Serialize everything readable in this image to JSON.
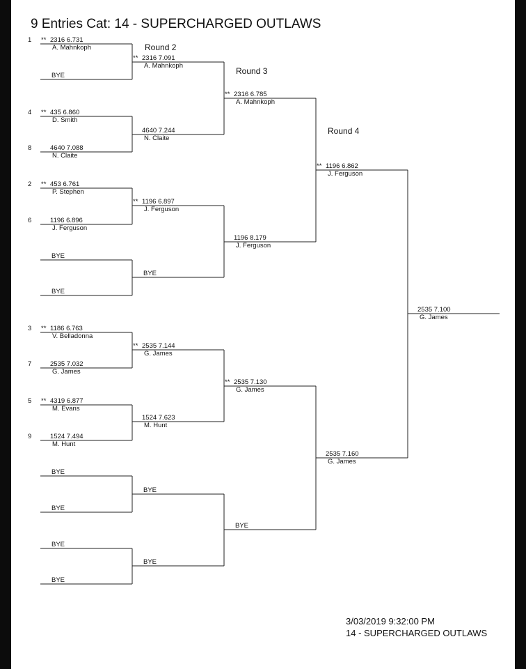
{
  "title": "9 Entries Cat: 14 - SUPERCHARGED OUTLAWS",
  "round_labels": [
    "Round 2",
    "Round 3",
    "Round 4"
  ],
  "rounds": {
    "round1": [
      {
        "seed": "1",
        "mark": "**",
        "num": "2316",
        "time": "6.731",
        "name": "A. Mahnkoph"
      },
      {
        "bye": "BYE"
      },
      {
        "seed": "4",
        "mark": "**",
        "num": "435",
        "time": "6.860",
        "name": "D. Smith"
      },
      {
        "seed": "8",
        "mark": "",
        "num": "4640",
        "time": "7.088",
        "name": "N. Claite"
      },
      {
        "seed": "2",
        "mark": "**",
        "num": "453",
        "time": "6.761",
        "name": "P. Stephen"
      },
      {
        "seed": "6",
        "mark": "",
        "num": "1196",
        "time": "6.896",
        "name": "J. Ferguson"
      },
      {
        "bye": "BYE"
      },
      {
        "bye": "BYE"
      },
      {
        "seed": "3",
        "mark": "**",
        "num": "1186",
        "time": "6.763",
        "name": "V. Belladonna"
      },
      {
        "seed": "7",
        "mark": "",
        "num": "2535",
        "time": "7.032",
        "name": "G. James"
      },
      {
        "seed": "5",
        "mark": "**",
        "num": "4319",
        "time": "6.877",
        "name": "M. Evans"
      },
      {
        "seed": "9",
        "mark": "",
        "num": "1524",
        "time": "7.494",
        "name": "M. Hunt"
      },
      {
        "bye": "BYE"
      },
      {
        "bye": "BYE"
      },
      {
        "bye": "BYE"
      },
      {
        "bye": "BYE"
      }
    ],
    "round2": [
      {
        "mark": "**",
        "num": "2316",
        "time": "7.091",
        "name": "A. Mahnkoph"
      },
      {
        "mark": "",
        "num": "4640",
        "time": "7.244",
        "name": "N. Claite"
      },
      {
        "mark": "**",
        "num": "1196",
        "time": "6.897",
        "name": "J. Ferguson"
      },
      {
        "bye": "BYE"
      },
      {
        "mark": "**",
        "num": "2535",
        "time": "7.144",
        "name": "G. James"
      },
      {
        "mark": "",
        "num": "1524",
        "time": "7.623",
        "name": "M. Hunt"
      },
      {
        "bye": "BYE"
      },
      {
        "bye": "BYE"
      }
    ],
    "round3": [
      {
        "mark": "**",
        "num": "2316",
        "time": "6.785",
        "name": "A. Mahnkoph"
      },
      {
        "mark": "",
        "num": "1196",
        "time": "8.179",
        "name": "J. Ferguson"
      },
      {
        "mark": "**",
        "num": "2535",
        "time": "7.130",
        "name": "G. James"
      },
      {
        "bye": "BYE"
      }
    ],
    "round4": [
      {
        "mark": "**",
        "num": "1196",
        "time": "6.862",
        "name": "J. Ferguson"
      },
      {
        "mark": "",
        "num": "2535",
        "time": "7.160",
        "name": "G. James"
      }
    ],
    "final": [
      {
        "mark": "",
        "num": "2535",
        "time": "7.100",
        "name": "G. James"
      }
    ]
  },
  "footer": {
    "timestamp": "3/03/2019 9:32:00 PM",
    "category": "14 - SUPERCHARGED OUTLAWS"
  }
}
